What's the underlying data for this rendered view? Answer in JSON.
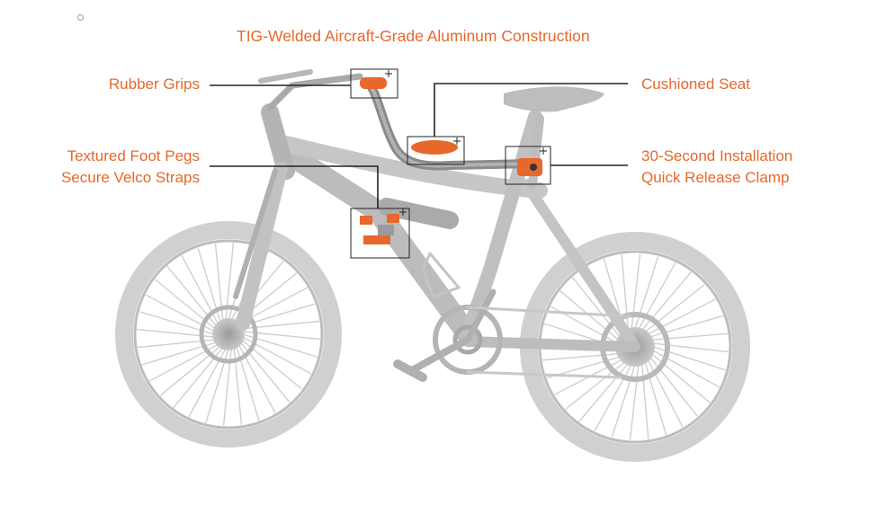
{
  "colors": {
    "accent": "#E8672A",
    "frame_gray": "#c4c4c4",
    "tire_gray": "#cdcdcd",
    "seat_bar": "#8a8a8a",
    "leader_line": "#222222"
  },
  "title": "TIG-Welded Aircraft-Grade Aluminum Construction",
  "callouts": {
    "rubber_grips": {
      "lines": [
        "Rubber Grips"
      ]
    },
    "foot_pegs": {
      "lines": [
        "Textured Foot Pegs",
        "Secure Velco Straps"
      ]
    },
    "cushioned_seat": {
      "lines": [
        "Cushioned Seat"
      ]
    },
    "installation": {
      "lines": [
        "30-Second Installation",
        "Quick Release Clamp"
      ]
    }
  },
  "icons": [
    "plus-icon"
  ]
}
